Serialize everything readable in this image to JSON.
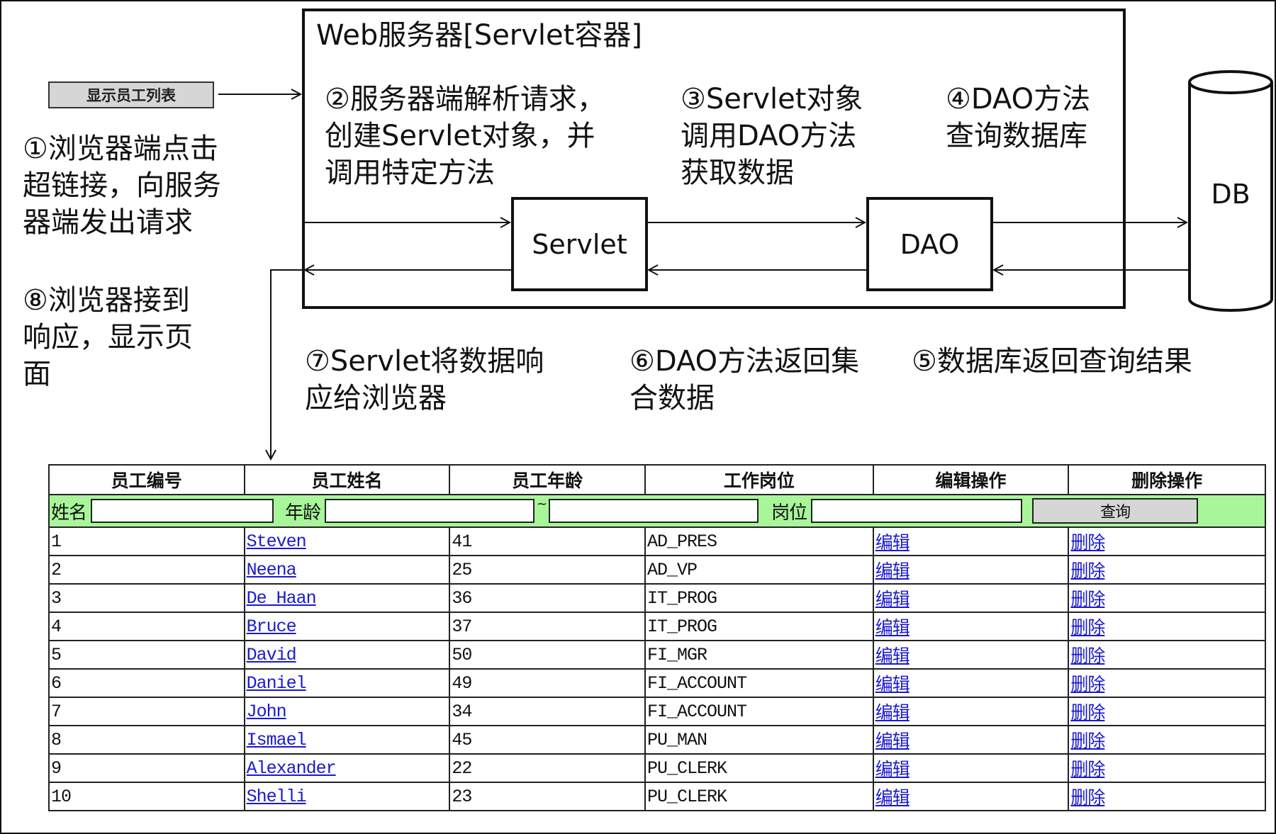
{
  "diagram": {
    "trigger_button": "显示员工列表",
    "web_server_title": "Web服务器[Servlet容器]",
    "nodes": {
      "servlet": "Servlet",
      "dao": "DAO",
      "db": "DB"
    },
    "steps": {
      "s1": [
        "①浏览器端点击",
        "超链接，向服务",
        "器端发出请求"
      ],
      "s2": [
        "②服务器端解析请求，",
        "创建Servlet对象，并",
        "调用特定方法"
      ],
      "s3": [
        "③Servlet对象",
        "调用DAO方法",
        "获取数据"
      ],
      "s4": [
        "④DAO方法",
        "查询数据库"
      ],
      "s5": [
        "⑤数据库返回查询结果"
      ],
      "s6": [
        "⑥DAO方法返回集",
        "合数据"
      ],
      "s7": [
        "⑦Servlet将数据响",
        "应给浏览器"
      ],
      "s8": [
        "⑧浏览器接到",
        "响应，显示页",
        "面"
      ]
    }
  },
  "table": {
    "headers": [
      "员工编号",
      "员工姓名",
      "员工年龄",
      "工作岗位",
      "编辑操作",
      "删除操作"
    ],
    "filter": {
      "name_label": "姓名",
      "name_value": "",
      "age_label": "年龄",
      "age_from": "",
      "age_sep": "~",
      "age_to": "",
      "job_label": "岗位",
      "job_value": "",
      "query_button": "查询"
    },
    "rows": [
      {
        "id": "1",
        "name": "Steven",
        "age": "41",
        "job": "AD_PRES",
        "edit": "编辑",
        "delete": "删除"
      },
      {
        "id": "2",
        "name": "Neena",
        "age": "25",
        "job": "AD_VP",
        "edit": "编辑",
        "delete": "删除"
      },
      {
        "id": "3",
        "name": "De Haan",
        "age": "36",
        "job": "IT_PROG",
        "edit": "编辑",
        "delete": "删除"
      },
      {
        "id": "4",
        "name": "Bruce",
        "age": "37",
        "job": "IT_PROG",
        "edit": "编辑",
        "delete": "删除"
      },
      {
        "id": "5",
        "name": "David",
        "age": "50",
        "job": "FI_MGR",
        "edit": "编辑",
        "delete": "删除"
      },
      {
        "id": "6",
        "name": "Daniel",
        "age": "49",
        "job": "FI_ACCOUNT",
        "edit": "编辑",
        "delete": "删除"
      },
      {
        "id": "7",
        "name": "John",
        "age": "34",
        "job": "FI_ACCOUNT",
        "edit": "编辑",
        "delete": "删除"
      },
      {
        "id": "8",
        "name": "Ismael",
        "age": "45",
        "job": "PU_MAN",
        "edit": "编辑",
        "delete": "删除"
      },
      {
        "id": "9",
        "name": "Alexander",
        "age": "22",
        "job": "PU_CLERK",
        "edit": "编辑",
        "delete": "删除"
      },
      {
        "id": "10",
        "name": "Shelli",
        "age": "23",
        "job": "PU_CLERK",
        "edit": "编辑",
        "delete": "删除"
      }
    ]
  },
  "colors": {
    "filter_bg": "#a8f59a",
    "link": "#1a1ad0",
    "button_bg": "#d6d6d6"
  }
}
